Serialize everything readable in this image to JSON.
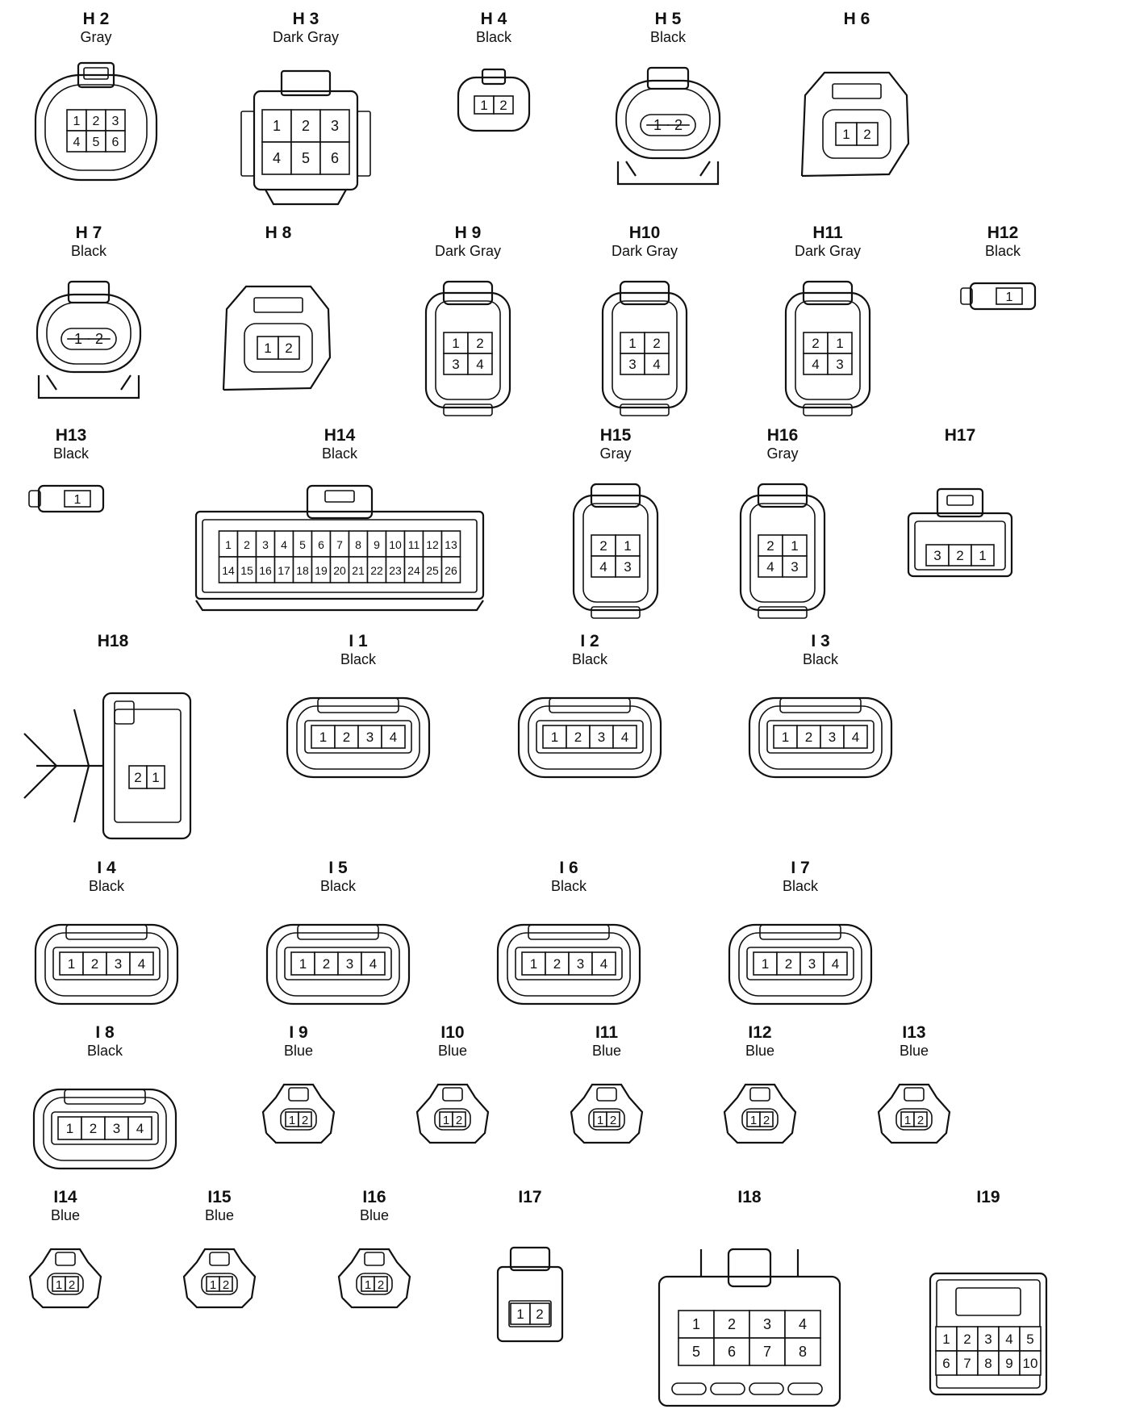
{
  "connectors": [
    {
      "id": "H2",
      "code": "H 2",
      "color": "Gray",
      "style": "oval",
      "pins": [
        [
          "1",
          "2",
          "3"
        ],
        [
          "4",
          "5",
          "6"
        ]
      ]
    },
    {
      "id": "H3",
      "code": "H 3",
      "color": "Dark Gray",
      "style": "rect",
      "pins": [
        [
          "1",
          "2",
          "3"
        ],
        [
          "4",
          "5",
          "6"
        ]
      ]
    },
    {
      "id": "H4",
      "code": "H 4",
      "color": "Black",
      "style": "small",
      "pins": [
        [
          "1",
          "2"
        ]
      ]
    },
    {
      "id": "H5",
      "code": "H 5",
      "color": "Black",
      "style": "oval-clip",
      "pins": [
        [
          "1",
          "2"
        ]
      ]
    },
    {
      "id": "H6",
      "code": "H 6",
      "color": "",
      "style": "hood",
      "pins": [
        [
          "1",
          "2"
        ]
      ]
    },
    {
      "id": "H7",
      "code": "H 7",
      "color": "Black",
      "style": "oval-clip",
      "pins": [
        [
          "1",
          "2"
        ]
      ]
    },
    {
      "id": "H8",
      "code": "H 8",
      "color": "",
      "style": "hood",
      "pins": [
        [
          "1",
          "2"
        ]
      ]
    },
    {
      "id": "H9",
      "code": "H 9",
      "color": "Dark Gray",
      "style": "tall",
      "pins": [
        [
          "1",
          "2"
        ],
        [
          "3",
          "4"
        ]
      ]
    },
    {
      "id": "H10",
      "code": "H10",
      "color": "Dark Gray",
      "style": "tall",
      "pins": [
        [
          "1",
          "2"
        ],
        [
          "3",
          "4"
        ]
      ]
    },
    {
      "id": "H11",
      "code": "H11",
      "color": "Dark Gray",
      "style": "tall",
      "pins": [
        [
          "2",
          "1"
        ],
        [
          "4",
          "3"
        ]
      ]
    },
    {
      "id": "H12",
      "code": "H12",
      "color": "Black",
      "style": "mini",
      "pins": [
        [
          "1"
        ]
      ]
    },
    {
      "id": "H13",
      "code": "H13",
      "color": "Black",
      "style": "mini",
      "pins": [
        [
          "1"
        ]
      ]
    },
    {
      "id": "H14",
      "code": "H14",
      "color": "Black",
      "style": "wide",
      "pins": [
        [
          "1",
          "2",
          "3",
          "4",
          "5",
          "6",
          "7",
          "8",
          "9",
          "10",
          "11",
          "12",
          "13"
        ],
        [
          "14",
          "15",
          "16",
          "17",
          "18",
          "19",
          "20",
          "21",
          "22",
          "23",
          "24",
          "25",
          "26"
        ]
      ]
    },
    {
      "id": "H15",
      "code": "H15",
      "color": "Gray",
      "style": "tall",
      "pins": [
        [
          "2",
          "1"
        ],
        [
          "4",
          "3"
        ]
      ]
    },
    {
      "id": "H16",
      "code": "H16",
      "color": "Gray",
      "style": "tall",
      "pins": [
        [
          "2",
          "1"
        ],
        [
          "4",
          "3"
        ]
      ]
    },
    {
      "id": "H17",
      "code": "H17",
      "color": "",
      "style": "box",
      "pins": [
        [
          "3",
          "2",
          "1"
        ]
      ]
    },
    {
      "id": "H18",
      "code": "H18",
      "color": "",
      "style": "clip-side",
      "pins": [
        [
          "2",
          "1"
        ]
      ]
    },
    {
      "id": "I1",
      "code": "I 1",
      "color": "Black",
      "style": "row4",
      "pins": [
        [
          "1",
          "2",
          "3",
          "4"
        ]
      ]
    },
    {
      "id": "I2",
      "code": "I 2",
      "color": "Black",
      "style": "row4",
      "pins": [
        [
          "1",
          "2",
          "3",
          "4"
        ]
      ]
    },
    {
      "id": "I3",
      "code": "I 3",
      "color": "Black",
      "style": "row4",
      "pins": [
        [
          "1",
          "2",
          "3",
          "4"
        ]
      ]
    },
    {
      "id": "I4",
      "code": "I 4",
      "color": "Black",
      "style": "row4",
      "pins": [
        [
          "1",
          "2",
          "3",
          "4"
        ]
      ]
    },
    {
      "id": "I5",
      "code": "I 5",
      "color": "Black",
      "style": "row4",
      "pins": [
        [
          "1",
          "2",
          "3",
          "4"
        ]
      ]
    },
    {
      "id": "I6",
      "code": "I 6",
      "color": "Black",
      "style": "row4",
      "pins": [
        [
          "1",
          "2",
          "3",
          "4"
        ]
      ]
    },
    {
      "id": "I7",
      "code": "I 7",
      "color": "Black",
      "style": "row4",
      "pins": [
        [
          "1",
          "2",
          "3",
          "4"
        ]
      ]
    },
    {
      "id": "I8",
      "code": "I 8",
      "color": "Black",
      "style": "row4",
      "pins": [
        [
          "1",
          "2",
          "3",
          "4"
        ]
      ]
    },
    {
      "id": "I9",
      "code": "I 9",
      "color": "Blue",
      "style": "inj",
      "pins": [
        [
          "1",
          "2"
        ]
      ]
    },
    {
      "id": "I10",
      "code": "I10",
      "color": "Blue",
      "style": "inj",
      "pins": [
        [
          "1",
          "2"
        ]
      ]
    },
    {
      "id": "I11",
      "code": "I11",
      "color": "Blue",
      "style": "inj",
      "pins": [
        [
          "1",
          "2"
        ]
      ]
    },
    {
      "id": "I12",
      "code": "I12",
      "color": "Blue",
      "style": "inj",
      "pins": [
        [
          "1",
          "2"
        ]
      ]
    },
    {
      "id": "I13",
      "code": "I13",
      "color": "Blue",
      "style": "inj",
      "pins": [
        [
          "1",
          "2"
        ]
      ]
    },
    {
      "id": "I14",
      "code": "I14",
      "color": "Blue",
      "style": "inj",
      "pins": [
        [
          "1",
          "2"
        ]
      ]
    },
    {
      "id": "I15",
      "code": "I15",
      "color": "Blue",
      "style": "inj",
      "pins": [
        [
          "1",
          "2"
        ]
      ]
    },
    {
      "id": "I16",
      "code": "I16",
      "color": "Blue",
      "style": "inj",
      "pins": [
        [
          "1",
          "2"
        ]
      ]
    },
    {
      "id": "I17",
      "code": "I17",
      "color": "",
      "style": "post",
      "pins": [
        [
          "1",
          "2"
        ]
      ]
    },
    {
      "id": "I18",
      "code": "I18",
      "color": "",
      "style": "big8",
      "pins": [
        [
          "1",
          "2",
          "3",
          "4"
        ],
        [
          "5",
          "6",
          "7",
          "8"
        ]
      ]
    },
    {
      "id": "I19",
      "code": "I19",
      "color": "",
      "style": "grid10",
      "pins": [
        [
          "1",
          "2",
          "3",
          "4",
          "5"
        ],
        [
          "6",
          "7",
          "8",
          "9",
          "10"
        ]
      ]
    }
  ]
}
